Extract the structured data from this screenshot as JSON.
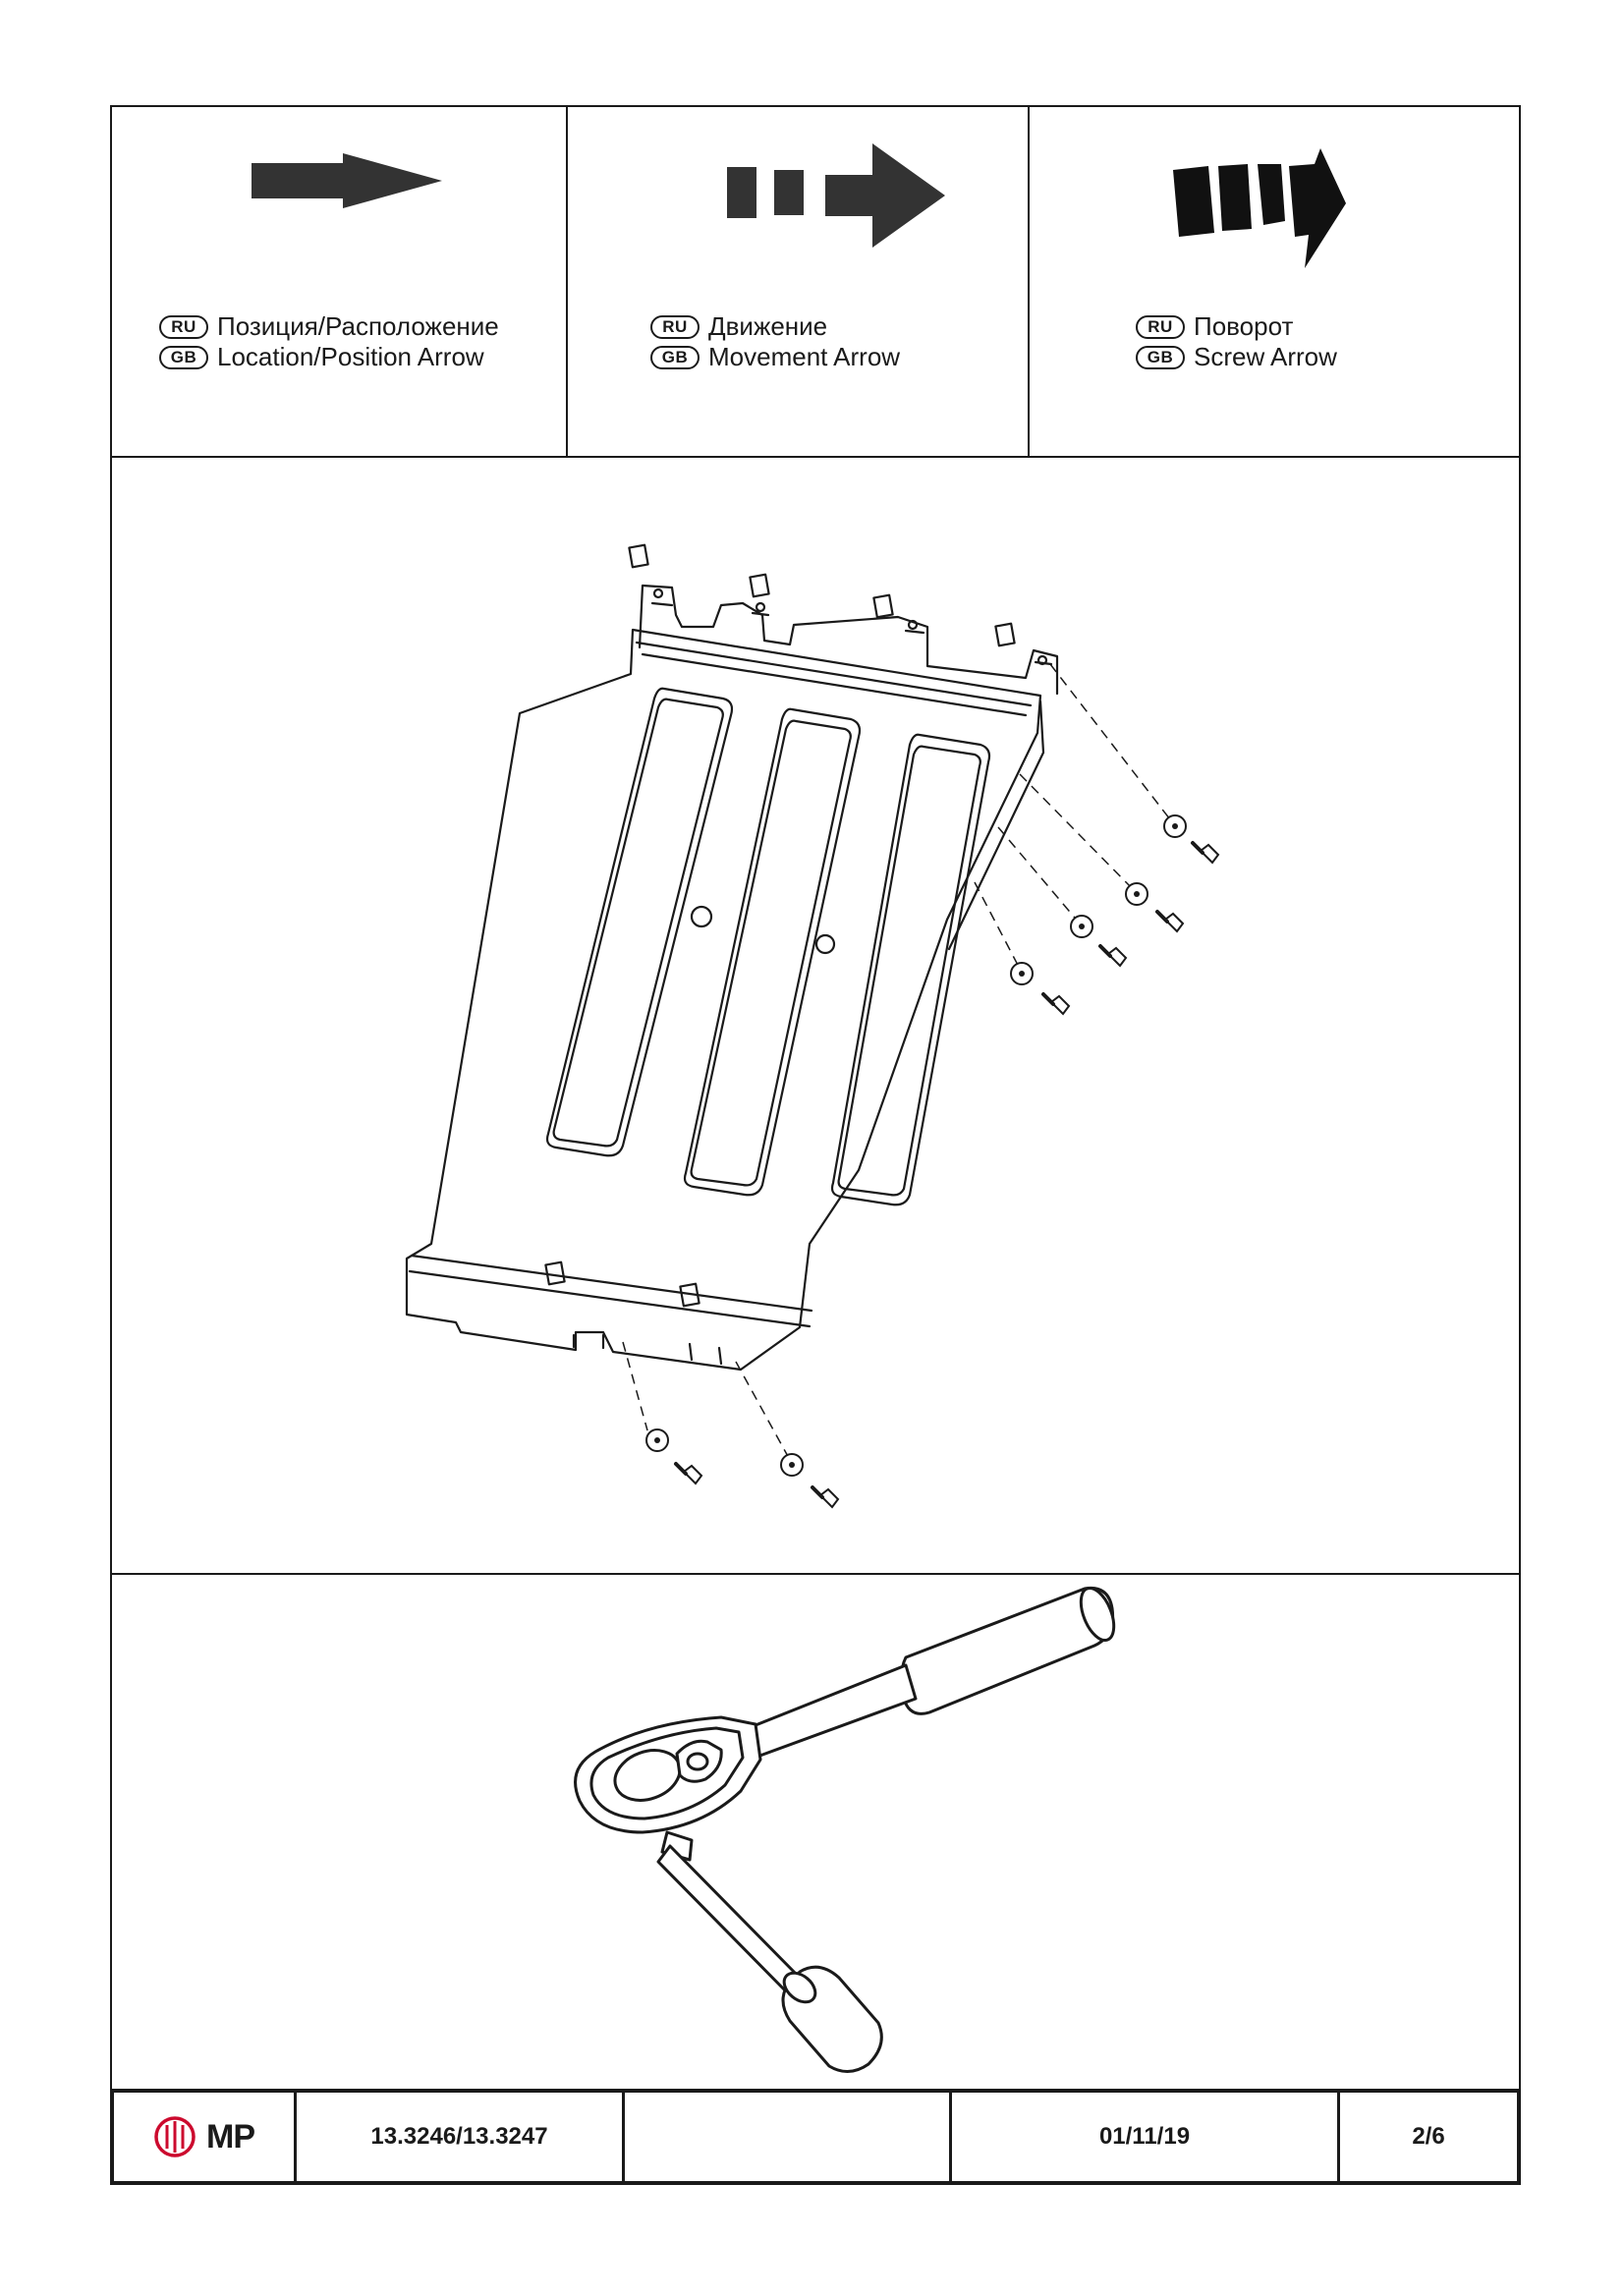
{
  "legend": [
    {
      "ru_badge": "RU",
      "ru_text": "Позиция/Расположение",
      "gb_badge": "GB",
      "gb_text": "Location/Position Arrow",
      "icon": "location-arrow-icon"
    },
    {
      "ru_badge": "RU",
      "ru_text": "Движение",
      "gb_badge": "GB",
      "gb_text": "Movement Arrow",
      "icon": "movement-arrow-icon"
    },
    {
      "ru_badge": "RU",
      "ru_text": "Поворот",
      "gb_badge": "GB",
      "gb_text": "Screw Arrow",
      "icon": "screw-arrow-icon"
    }
  ],
  "diagram": {
    "icon": "skid-plate-assembly-icon"
  },
  "tool": {
    "icon": "ratchet-wrench-icon"
  },
  "title_block": {
    "logo_text": "МР",
    "logo_color": "#cc0a2e",
    "part_number": "13.3246/13.3247",
    "blank": "",
    "date": "01/11/19",
    "page": "2/6"
  }
}
